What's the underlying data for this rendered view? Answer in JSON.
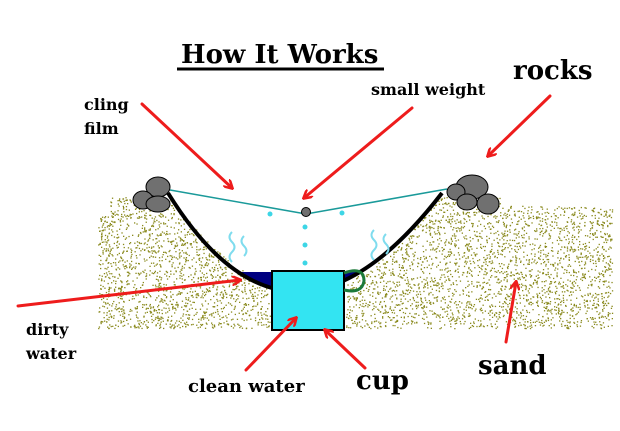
{
  "title": "How It Works",
  "labels": {
    "cling_film_line1": "cling",
    "cling_film_line2": "film",
    "small_weight": "small weight",
    "rocks": "rocks",
    "dirty_water_line1": "dirty",
    "dirty_water_line2": "water",
    "clean_water": "clean water",
    "cup": "cup",
    "sand": "sand"
  },
  "colors": {
    "sand": "#8a8a1e",
    "arrow": "#ee1c1c",
    "bowl_outline": "#000000",
    "dirty_water": "#000080",
    "clean_water": "#33e4f2",
    "film": "#1a9a9a",
    "droplet": "#3dd6e6",
    "vapor": "#7fdcee",
    "rock": "#707070",
    "handle": "#1b7a3a"
  }
}
